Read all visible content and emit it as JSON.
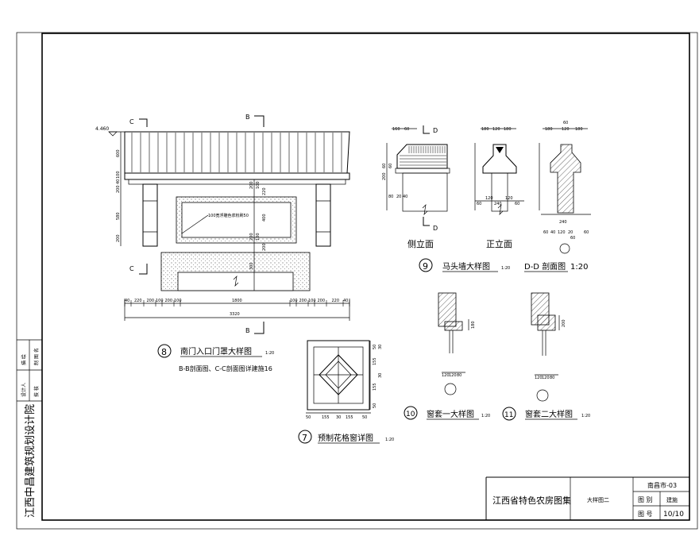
{
  "side_strip": {
    "institute_name": "江西中昌建筑规划设计院",
    "roles": [
      "设计人",
      "技 核",
      "描 绘",
      "制 图 名"
    ]
  },
  "title_block": {
    "collection_title": "江西省特色农房图集",
    "drawing_name": "大样图二",
    "code": "南昌市-03",
    "category_label": "图 别",
    "category_value": "建施",
    "number_label": "图 号",
    "number_value": "10/10"
  },
  "detail_8": {
    "number": "8",
    "title": "南门入口门罩大样图",
    "scale": "1:20",
    "note": "B-B剖面图、C-C剖面图详建施16",
    "section_marks": [
      "C",
      "B",
      "C",
      "B"
    ],
    "elevation_mark": "4.460",
    "plaque_text": "100宽浮雕色浆粉刷50",
    "left_dims": [
      "600",
      "100",
      "200",
      "40",
      "580",
      "200"
    ],
    "center_dims": [
      "200",
      "100",
      "220",
      "400",
      "200",
      "100",
      "200",
      "300"
    ],
    "bottom_dims": [
      "40",
      "220",
      "200",
      "100",
      "200",
      "100",
      "1800",
      "100",
      "200",
      "100",
      "200",
      "220",
      "40"
    ],
    "total_dim": "3320"
  },
  "detail_9": {
    "number": "9",
    "title": "马头墙大样图",
    "scale": "1:20",
    "views": [
      "侧立面",
      "正立面"
    ],
    "section_title": "D-D 剖面图",
    "section_scale": "1:20",
    "section_marks": [
      "D",
      "D"
    ],
    "side_top_dims": [
      "160",
      "60"
    ],
    "front_top_dims": [
      "180",
      "120",
      "180"
    ],
    "section_top_dims": [
      "60",
      "180",
      "120",
      "180"
    ],
    "side_dims": [
      "200",
      "60",
      "60",
      "80",
      "20",
      "40"
    ],
    "front_bottom_dims": [
      "60",
      "120",
      "240",
      "120",
      "60"
    ],
    "section_bottom_dims": [
      "60",
      "40",
      "120",
      "20",
      "60",
      "60",
      "240"
    ]
  },
  "detail_7": {
    "number": "7",
    "title": "预制花格窗详图",
    "scale": "1:20",
    "dims_bottom": [
      "50",
      "155",
      "30",
      "155",
      "50"
    ],
    "dims_side": [
      "50",
      "30",
      "155",
      "30",
      "155",
      "50"
    ]
  },
  "detail_10": {
    "number": "10",
    "title": "窗套一大样图",
    "scale": "1:20",
    "dims": [
      "120",
      "120",
      "80"
    ],
    "side_dim": "180"
  },
  "detail_11": {
    "number": "11",
    "title": "窗套二大样图",
    "scale": "1:20",
    "dims": [
      "120",
      "120",
      "80"
    ],
    "side_dim": "200"
  }
}
